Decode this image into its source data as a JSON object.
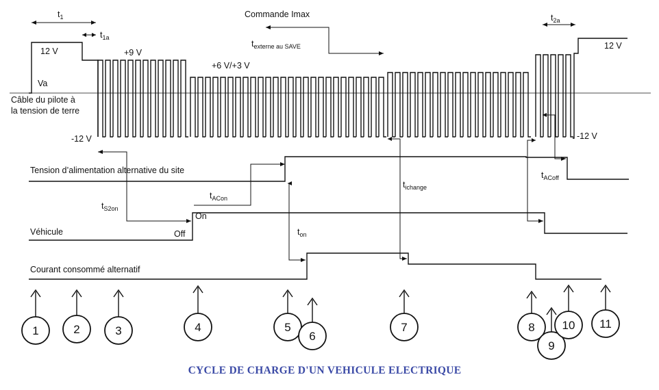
{
  "labels": {
    "t1": "t",
    "t1_sub": "1",
    "t1a": "t",
    "t1a_sub": "1a",
    "cmd": "Commande Imax",
    "text_t": "t",
    "text_sub": "externe au SAVE",
    "t2a": "t",
    "t2a_sub": "2a",
    "v12_left": "12 V",
    "v9": "+9 V",
    "v63": "+6 V/+3 V",
    "v12_right": "12 V",
    "va": "Va",
    "pilot_line1": "Câble du pilote à",
    "pilot_line2": "la tension de terre",
    "vm12_left": "-12 V",
    "vm12_right": "-12 V",
    "supply": "Tension d’alimentation alternative du site",
    "tichange_t": "t",
    "tichange_sub": "ichange",
    "tacoff_t": "t",
    "tacoff_sub": "ACoff",
    "tacon_t": "t",
    "tacon_sub": "ACon",
    "ts2on_t": "t",
    "ts2on_sub": "S2on",
    "on": "On",
    "off": "Off",
    "vehicle": "Véhicule",
    "ton_t": "t",
    "ton_sub": "on",
    "current": "Courant consommé alternatif",
    "caption": "CYCLE DE CHARGE D'UN VEHICULE ELECTRIQUE"
  },
  "markers": [
    "1",
    "2",
    "3",
    "4",
    "5",
    "6",
    "7",
    "8",
    "9",
    "10",
    "11"
  ],
  "colors": {
    "line": "#111111",
    "caption": "#3b4aa6"
  }
}
